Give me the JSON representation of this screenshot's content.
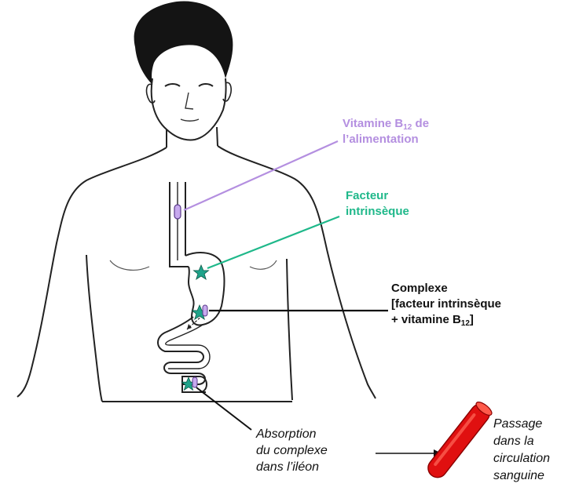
{
  "labels": {
    "vitamin": {
      "line1_pre": "Vitamine B",
      "line1_sub": "12",
      "line1_post": " de",
      "line2": "l’alimentation"
    },
    "factor": {
      "line1": "Facteur",
      "line2": "intrinsèque"
    },
    "complex": {
      "line1": "Complexe",
      "line2": "[facteur intrinsèque",
      "line3_pre": "+ vitamine B",
      "line3_sub": "12",
      "line3_post": "]"
    },
    "absorption": {
      "line1": "Absorption",
      "line2": "du complexe",
      "line3": "dans l’iléon"
    },
    "passage": {
      "line1": "Passage",
      "line2": "dans la",
      "line3": "circulation",
      "line4": "sanguine"
    }
  },
  "colors": {
    "vitamin": "#b48fe0",
    "factor": "#1fb88a",
    "star": "#1fa38a",
    "vessel": "#e01010",
    "outline": "#222222"
  },
  "icons": {
    "vitamin_capsule": "purple-capsule-icon",
    "factor_star": "green-star-icon",
    "blood_vessel": "red-tube-icon"
  }
}
